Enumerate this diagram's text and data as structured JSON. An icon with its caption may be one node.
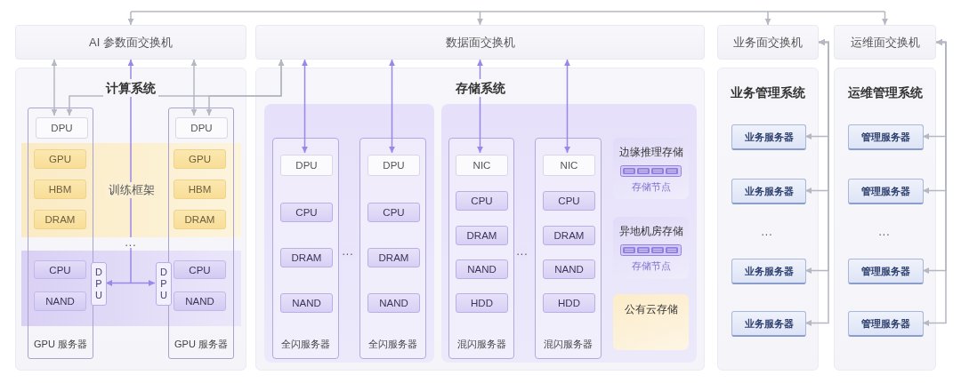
{
  "diagram": {
    "nodes": [
      {
        "text": [
          "AI 参数面交换机"
        ]
      },
      {
        "text": [
          "数据面交换机"
        ]
      },
      {
        "text": [
          "业务面交换机"
        ]
      },
      {
        "text": [
          "运维面交换机"
        ]
      },
      {
        "text": [
          "计算系统"
        ]
      },
      {
        "text": [
          "训练框架"
        ],
        "in": 4
      },
      {
        "text": [],
        "shape": "box",
        "in": 4
      },
      {
        "text": [
          "GPU 服务器"
        ],
        "in": 4
      },
      {
        "text": [
          "DPU"
        ],
        "in": 7
      },
      {
        "text": [
          "GPU"
        ]
      },
      {
        "text": [
          "HBM"
        ]
      },
      {
        "text": [
          "DRAM"
        ]
      },
      {
        "text": [
          "CPU"
        ]
      },
      {
        "text": [
          "NAND"
        ]
      },
      {
        "text": [
          "DPU"
        ],
        "in": 6
      },
      {
        "text": [
          "GPU 服务器"
        ],
        "in": 4
      },
      {
        "text": [
          "DPU"
        ],
        "in": 15
      },
      {
        "text": [
          "GPU"
        ]
      },
      {
        "text": [
          "HBM"
        ]
      },
      {
        "text": [
          "DRAM"
        ]
      },
      {
        "text": [
          "CPU"
        ]
      },
      {
        "text": [
          "NAND"
        ]
      },
      {
        "text": [
          "DPU"
        ],
        "in": 6
      },
      {
        "text": [
          "存储系统"
        ]
      },
      {
        "text": [],
        "shape": "box",
        "in": 23
      },
      {
        "text": [
          "全闪服务器"
        ],
        "in": 24
      },
      {
        "text": [
          "DPU"
        ],
        "in": 25
      },
      {
        "text": [
          "CPU"
        ],
        "in": 25
      },
      {
        "text": [
          "DRAM"
        ],
        "in": 25
      },
      {
        "text": [
          "NAND"
        ],
        "in": 25
      },
      {
        "text": [
          "全闪服务器"
        ],
        "in": 24
      },
      {
        "text": [
          "DPU"
        ],
        "in": 30
      },
      {
        "text": [
          "CPU"
        ],
        "in": 30
      },
      {
        "text": [
          "DRAM"
        ],
        "in": 30
      },
      {
        "text": [
          "NAND"
        ],
        "in": 30
      },
      {
        "text": [],
        "shape": "box",
        "in": 23
      },
      {
        "text": [
          "混闪服务器"
        ],
        "in": 35
      },
      {
        "text": [
          "NIC"
        ],
        "in": 36
      },
      {
        "text": [
          "CPU"
        ],
        "in": 36
      },
      {
        "text": [
          "DRAM"
        ],
        "in": 36
      },
      {
        "text": [
          "NAND"
        ],
        "in": 36
      },
      {
        "text": [
          "HDD"
        ],
        "in": 36
      },
      {
        "text": [
          "混闪服务器"
        ],
        "in": 35
      },
      {
        "text": [
          "NIC"
        ],
        "in": 42
      },
      {
        "text": [
          "CPU"
        ],
        "in": 42
      },
      {
        "text": [
          "DRAM"
        ],
        "in": 42
      },
      {
        "text": [
          "NAND"
        ],
        "in": 42
      },
      {
        "text": [
          "HDD"
        ],
        "in": 42
      },
      {
        "text": [
          "边缘推理存储",
          "存储节点"
        ],
        "in": 35
      },
      {
        "text": [
          "异地机房存储",
          "存储节点"
        ],
        "in": 35
      },
      {
        "text": [
          "公有云存储"
        ],
        "in": 35
      },
      {
        "text": [
          "业务管理系统"
        ]
      },
      {
        "text": [
          "业务服务器"
        ],
        "in": 51
      },
      {
        "text": [
          "业务服务器"
        ],
        "in": 51
      },
      {
        "text": [
          "业务服务器"
        ],
        "in": 51
      },
      {
        "text": [
          "业务服务器"
        ],
        "in": 51
      },
      {
        "text": [
          "运维管理系统"
        ]
      },
      {
        "text": [
          "管理服务器"
        ],
        "in": 56
      },
      {
        "text": [
          "管理服务器"
        ],
        "in": 56
      },
      {
        "text": [
          "管理服务器"
        ],
        "in": 56
      },
      {
        "text": [
          "管理服务器"
        ],
        "in": 56
      }
    ],
    "edges": [
      {
        "from": null,
        "to": 0,
        "arrow": "to"
      },
      {
        "from": null,
        "to": 1,
        "arrow": "to"
      },
      {
        "from": null,
        "to": 2,
        "arrow": "to"
      },
      {
        "from": null,
        "to": 3,
        "arrow": "to"
      },
      {
        "from": 8,
        "to": 0,
        "arrow": "both"
      },
      {
        "from": 16,
        "to": 0,
        "arrow": "both"
      },
      {
        "from": 14,
        "to": 22,
        "arrow": "both",
        "color": "#9b87e8"
      },
      {
        "from": null,
        "to": 0,
        "arrow": "to",
        "color": "#9b87e8"
      },
      {
        "from": 8,
        "to": 1,
        "arrow": "both"
      },
      {
        "from": 16,
        "to": 1,
        "arrow": "both"
      },
      {
        "from": 26,
        "to": 1,
        "arrow": "both",
        "color": "#9b87e8"
      },
      {
        "from": 31,
        "to": 1,
        "arrow": "both",
        "color": "#9b87e8"
      },
      {
        "from": 37,
        "to": 1,
        "arrow": "both",
        "color": "#9b87e8"
      },
      {
        "from": 43,
        "to": 1,
        "arrow": "both",
        "color": "#9b87e8"
      },
      {
        "from": 2,
        "to": 52,
        "arrow": "both"
      },
      {
        "from": 2,
        "to": 53,
        "arrow": "both"
      },
      {
        "from": 2,
        "to": 54,
        "arrow": "both"
      },
      {
        "from": 2,
        "to": 55,
        "arrow": "both"
      },
      {
        "from": 3,
        "to": 57,
        "arrow": "both"
      },
      {
        "from": 3,
        "to": 58,
        "arrow": "both"
      },
      {
        "from": 3,
        "to": 59,
        "arrow": "both"
      },
      {
        "from": 3,
        "to": 60,
        "arrow": "both"
      }
    ],
    "labels": [
      "...",
      "...",
      "...",
      "...",
      "..."
    ]
  }
}
